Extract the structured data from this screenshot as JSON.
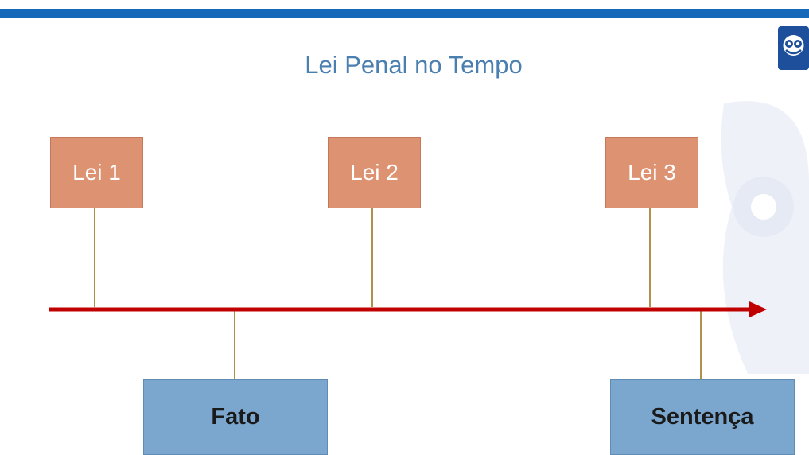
{
  "slide": {
    "title": "Lei Penal no Tempo",
    "accent_color": "#1669b8",
    "logo_icon": "owl-icon"
  },
  "laws": [
    {
      "label": "Lei 1"
    },
    {
      "label": "Lei 2"
    },
    {
      "label": "Lei 3"
    }
  ],
  "events": [
    {
      "label": "Fato"
    },
    {
      "label": "Sentença"
    }
  ],
  "colors": {
    "law_box": "#dd9272",
    "event_box": "#7ba6cd",
    "timeline_arrow": "#c00000",
    "connector": "#b0904a"
  }
}
